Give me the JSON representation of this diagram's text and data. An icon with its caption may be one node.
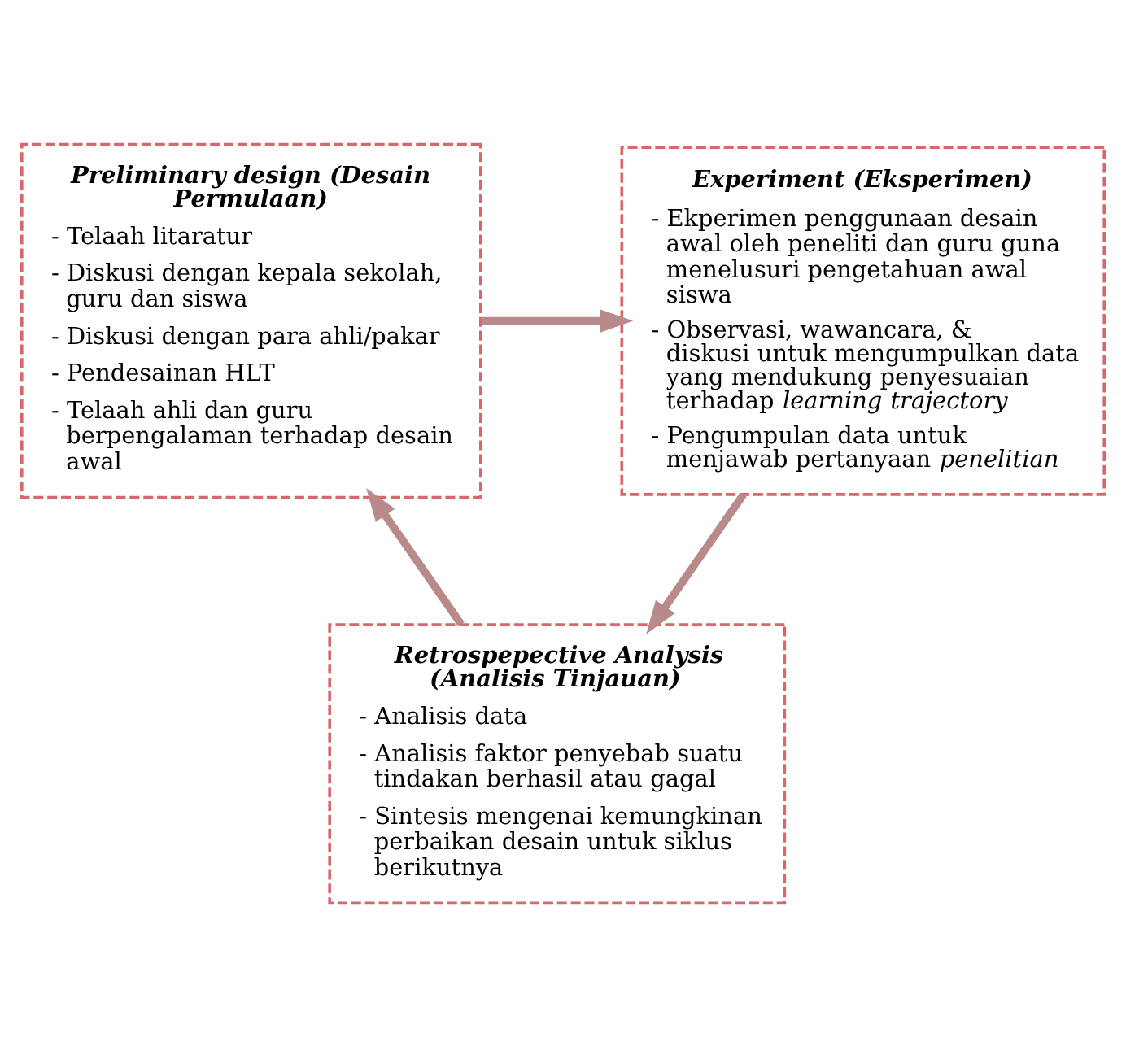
{
  "diagram": {
    "nodes": [
      {
        "text": [
          "Preliminary design (Desain Permulaan)",
          "- Telaah litaratur",
          "- Diskusi dengan kepala sekolah, guru dan siswa",
          "- Diskusi dengan para ahli/pakar",
          "- Pendesainan HLT",
          "- Telaah ahli dan guru berpengalaman terhadap desain awal"
        ]
      },
      {
        "text": [
          "Experiment (Eksperimen)",
          "- Ekperimen penggunaan desain awal oleh peneliti dan guru guna menelusuri pengetahuan awal siswa",
          "- Observasi, wawancara, & diskusi untuk mengumpulkan data yang mendukung penyesuaian terhadap *learning trajectory*",
          "- Pengumpulan data untuk menjawab pertanyaan *penelitian*"
        ]
      },
      {
        "text": [
          "Retrospepective Analysis (Analisis Tinjauan)",
          "- Analisis data",
          "- Analisis faktor penyebab suatu tindakan berhasil atau gagal",
          "- Sintesis mengenai kemungkinan perbaikan desain untuk siklus berikutnya"
        ]
      }
    ],
    "edges": [
      {
        "from": 0,
        "to": 1,
        "arrow": "to"
      },
      {
        "from": 1,
        "to": 2,
        "arrow": "to"
      },
      {
        "from": 2,
        "to": 0,
        "arrow": "to"
      }
    ]
  }
}
